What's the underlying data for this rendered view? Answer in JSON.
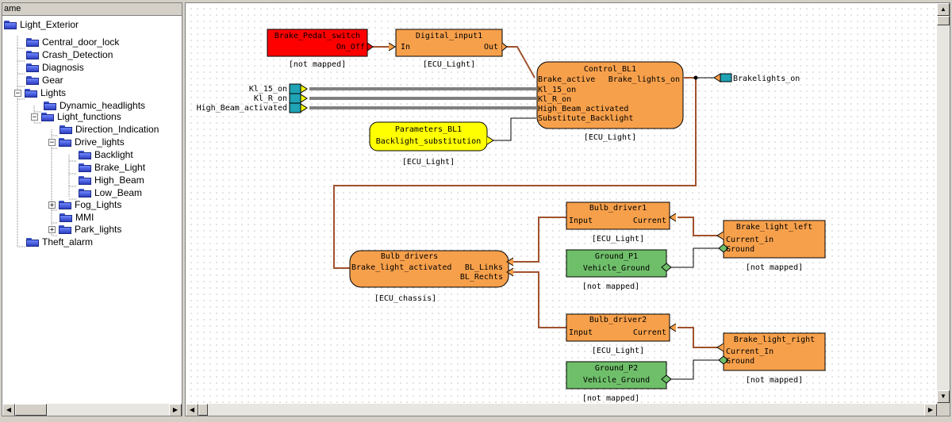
{
  "tree": {
    "header": "ame",
    "items": [
      {
        "label": "Light_Exterior"
      },
      {
        "label": "Central_door_lock"
      },
      {
        "label": "Crash_Detection"
      },
      {
        "label": "Diagnosis"
      },
      {
        "label": "Gear"
      },
      {
        "label": "Lights"
      },
      {
        "label": "Dynamic_headlights"
      },
      {
        "label": "Light_functions"
      },
      {
        "label": "Direction_Indication"
      },
      {
        "label": "Drive_lights"
      },
      {
        "label": "Backlight"
      },
      {
        "label": "Brake_Light"
      },
      {
        "label": "High_Beam"
      },
      {
        "label": "Low_Beam"
      },
      {
        "label": "Fog_Lights"
      },
      {
        "label": "MMI"
      },
      {
        "label": "Park_lights"
      },
      {
        "label": "Theft_alarm"
      }
    ],
    "expander_minus": "−",
    "expander_plus": "+"
  },
  "diagram": {
    "blocks": {
      "brake_pedal_switch": {
        "title": "Brake_Pedal_switch",
        "port_out": "On_Off",
        "mapping": "[not mapped]",
        "color": "#ff0000"
      },
      "digital_input1": {
        "title": "Digital_input1",
        "port_in": "In",
        "port_out": "Out",
        "mapping": "[ECU_Light]",
        "color": "#f7a04b"
      },
      "control_bl1": {
        "title": "Control_BL1",
        "port_in1": "Brake_active",
        "port_out1": "Brake_lights_on",
        "port_in2": "Kl_15_on",
        "port_in3": "Kl_R_on",
        "port_in4": "High_Beam_activated",
        "port_in5": "Substitute_Backlight",
        "mapping": "[ECU_Light]",
        "color": "#f7a04b"
      },
      "parameters_bl1": {
        "title": "Parameters_BL1",
        "port_out": "Backlight_substitution",
        "mapping": "[ECU_Light]",
        "color": "#ffff00"
      },
      "bulb_drivers": {
        "title": "Bulb_drivers",
        "port_in": "Brake_light_activated",
        "port_out1": "BL_Links",
        "port_out2": "BL_Rechts",
        "mapping": "[ECU_chassis]",
        "color": "#f7a04b"
      },
      "bulb_driver1": {
        "title": "Bulb_driver1",
        "port_in": "Input",
        "port_out": "Current",
        "mapping": "[ECU_Light]",
        "color": "#f7a04b"
      },
      "bulb_driver2": {
        "title": "Bulb_driver2",
        "port_in": "Input",
        "port_out": "Current",
        "mapping": "[ECU_Light]",
        "color": "#f7a04b"
      },
      "ground_p1": {
        "title": "Ground_P1",
        "port_out": "Vehicle_Ground",
        "mapping": "[not mapped]",
        "color": "#6fbf6a"
      },
      "ground_p2": {
        "title": "Ground_P2",
        "port_out": "Vehicle_Ground",
        "mapping": "[not mapped]",
        "color": "#6fbf6a"
      },
      "brake_light_left": {
        "title": "Brake_light_left",
        "port_in1": "Current_in",
        "port_in2": "Ground",
        "mapping": "[not mapped]",
        "color": "#f7a04b"
      },
      "brake_light_right": {
        "title": "Brake_light_right",
        "port_in1": "Current_In",
        "port_in2": "Ground",
        "mapping": "[not mapped]",
        "color": "#f7a04b"
      }
    },
    "external_inputs": [
      "Kl_15_on",
      "Kl_R_on",
      "High_Beam_activated"
    ],
    "external_output": "Brakelights_on",
    "wire_color": "#a0522d",
    "signal_color": "#000000",
    "terminal_color": "#1fa3b5"
  }
}
